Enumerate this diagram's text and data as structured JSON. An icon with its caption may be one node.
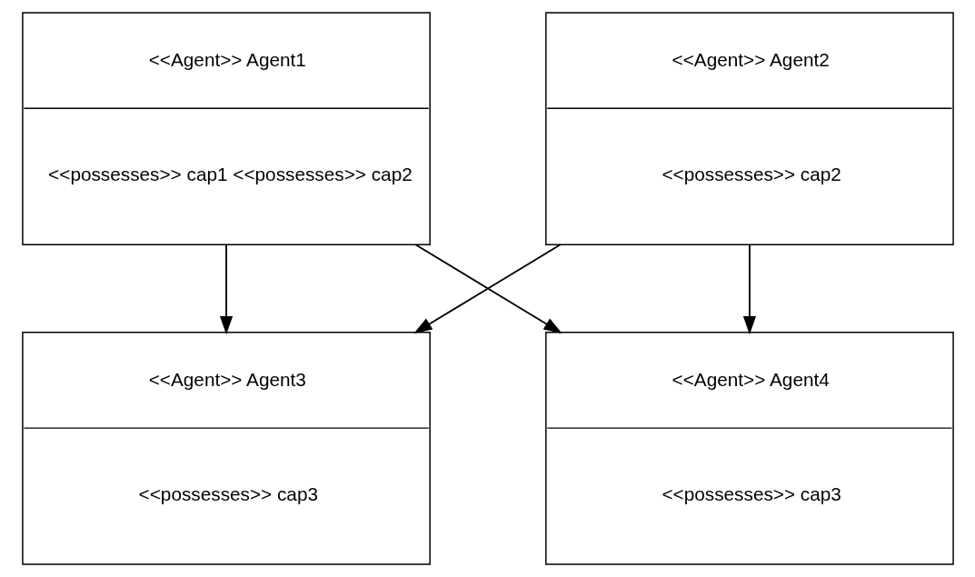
{
  "diagram": {
    "nodes": [
      {
        "text": [
          "<<Agent>> Agent1",
          "<<possesses>> cap1 <<possesses>> cap2"
        ]
      },
      {
        "text": [
          "<<Agent>> Agent2",
          "<<possesses>> cap2"
        ]
      },
      {
        "text": [
          "<<Agent>> Agent3",
          "<<possesses>> cap3"
        ]
      },
      {
        "text": [
          "<<Agent>> Agent4",
          "<<possesses>> cap3"
        ]
      }
    ],
    "edges": [
      {
        "from": 0,
        "to": 2,
        "arrow": "to"
      },
      {
        "from": 0,
        "to": 3,
        "arrow": "to"
      },
      {
        "from": 1,
        "to": 2,
        "arrow": "to"
      },
      {
        "from": 1,
        "to": 3,
        "arrow": "to"
      }
    ]
  }
}
